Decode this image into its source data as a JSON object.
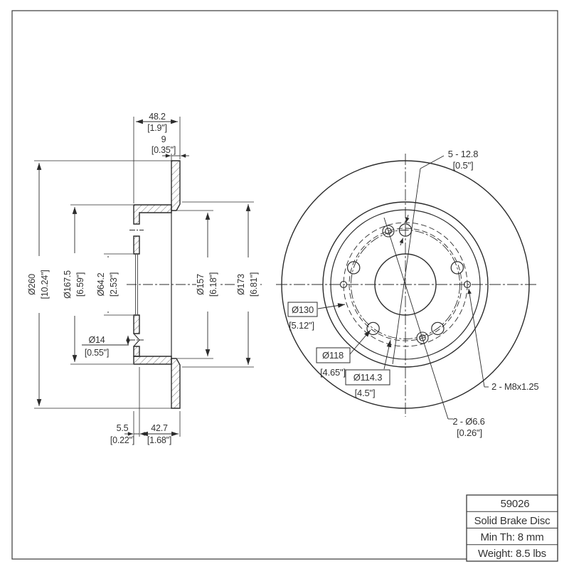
{
  "drawing": {
    "type_note": "2-view engineering drawing of a solid brake disc"
  },
  "section": {
    "w_mm": "48.2",
    "w_in": "[1.9\"]",
    "t_mm": "9",
    "t_in": "[0.35\"]",
    "od_mm": "Ø260",
    "od_in": "[10.24\"]",
    "hat_mm": "Ø167.5",
    "hat_in": "[6.59\"]",
    "bore_mm": "Ø64.2",
    "bore_in": "[2.53\"]",
    "cs_mm": "Ø14",
    "cs_in": "[0.55\"]",
    "d157_mm": "Ø157",
    "d157_in": "[6.18\"]",
    "d173_mm": "Ø173",
    "d173_in": "[6.81\"]",
    "off_mm": "5.5",
    "off_in": "[0.22\"]",
    "depth_mm": "42.7",
    "depth_in": "[1.68\"]"
  },
  "front": {
    "lug_mm": "5 - 12.8",
    "lug_in": "[0.5\"]",
    "pcd130_mm": "Ø130",
    "pcd130_in": "[5.12\"]",
    "pcd118_mm": "Ø118",
    "pcd118_in": "[4.65\"]",
    "pcd114_mm": "Ø114.3",
    "pcd114_in": "[4.5\"]",
    "m8": "2 - M8x1.25",
    "d66_mm": "2 - Ø6.6",
    "d66_in": "[0.26\"]"
  },
  "title_block": {
    "part_number": "59026",
    "product_type": "Solid Brake Disc",
    "min_thickness": "Min Th: 8 mm",
    "weight": "Weight: 8.5 lbs"
  },
  "colors": {
    "line": "#2b2b2b",
    "text": "#333333",
    "background": "#ffffff"
  }
}
